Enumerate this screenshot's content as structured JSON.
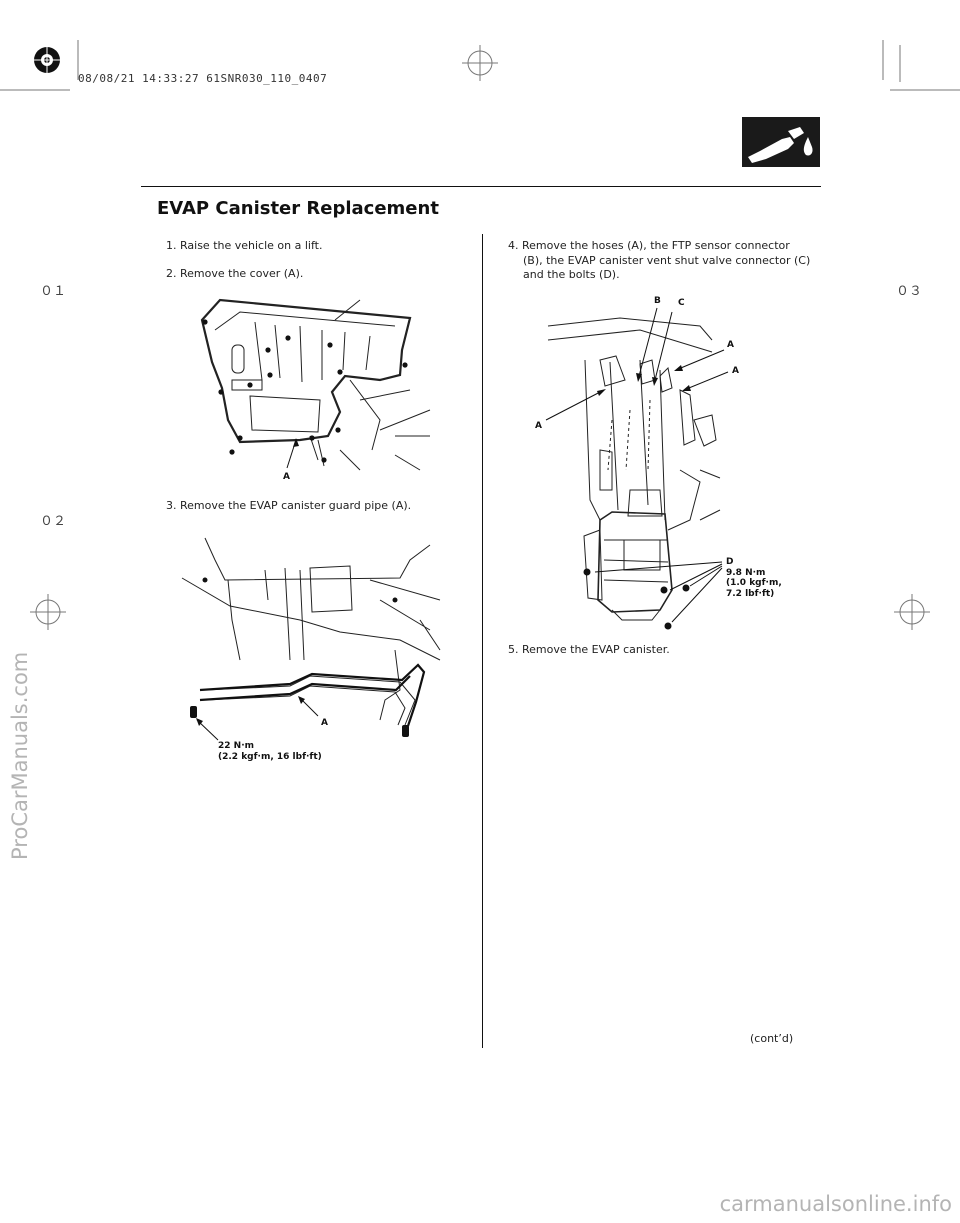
{
  "header": {
    "timestamp": "08/08/21 14:33:27 61SNR030_110_0407",
    "title": "EVAP Canister Replacement"
  },
  "colors": {
    "ink": "#111111",
    "icon_bg": "#1a1a1a",
    "watermark": "#b4b4b4"
  },
  "icons": {
    "section_icon": "fuel-nozzle-icon"
  },
  "side_marks": {
    "left_top": "０１",
    "left_bottom": "０２",
    "right_top": "０３"
  },
  "steps": [
    {
      "num": "1.",
      "text": "Raise the vehicle on a lift."
    },
    {
      "num": "2.",
      "text": "Remove the cover (A)."
    },
    {
      "num": "3.",
      "text": "Remove the EVAP canister guard pipe (A)."
    },
    {
      "num": "4.",
      "text": "Remove the hoses (A), the FTP sensor connector",
      "text2": "(B), the EVAP canister vent shut valve connector (C)",
      "text3": "and the bolts (D)."
    },
    {
      "num": "5.",
      "text": "Remove the EVAP canister."
    }
  ],
  "figures": {
    "cover": {
      "label_a": "A"
    },
    "guard_pipe": {
      "label_a": "A",
      "torque_line1": "22 N·m",
      "torque_line2": "(2.2 kgf·m, 16 lbf·ft)"
    },
    "canister": {
      "label_b": "B",
      "label_c": "C",
      "label_a": "A",
      "label_d": "D",
      "torque_line1": "9.8 N·m",
      "torque_line2": "(1.0 kgf·m,",
      "torque_line3": "7.2 lbf·ft)"
    }
  },
  "footer": {
    "continued": "(cont’d)"
  },
  "watermarks": {
    "left": "ProCarManuals.com",
    "bottom": "carmanualsonline.info"
  }
}
